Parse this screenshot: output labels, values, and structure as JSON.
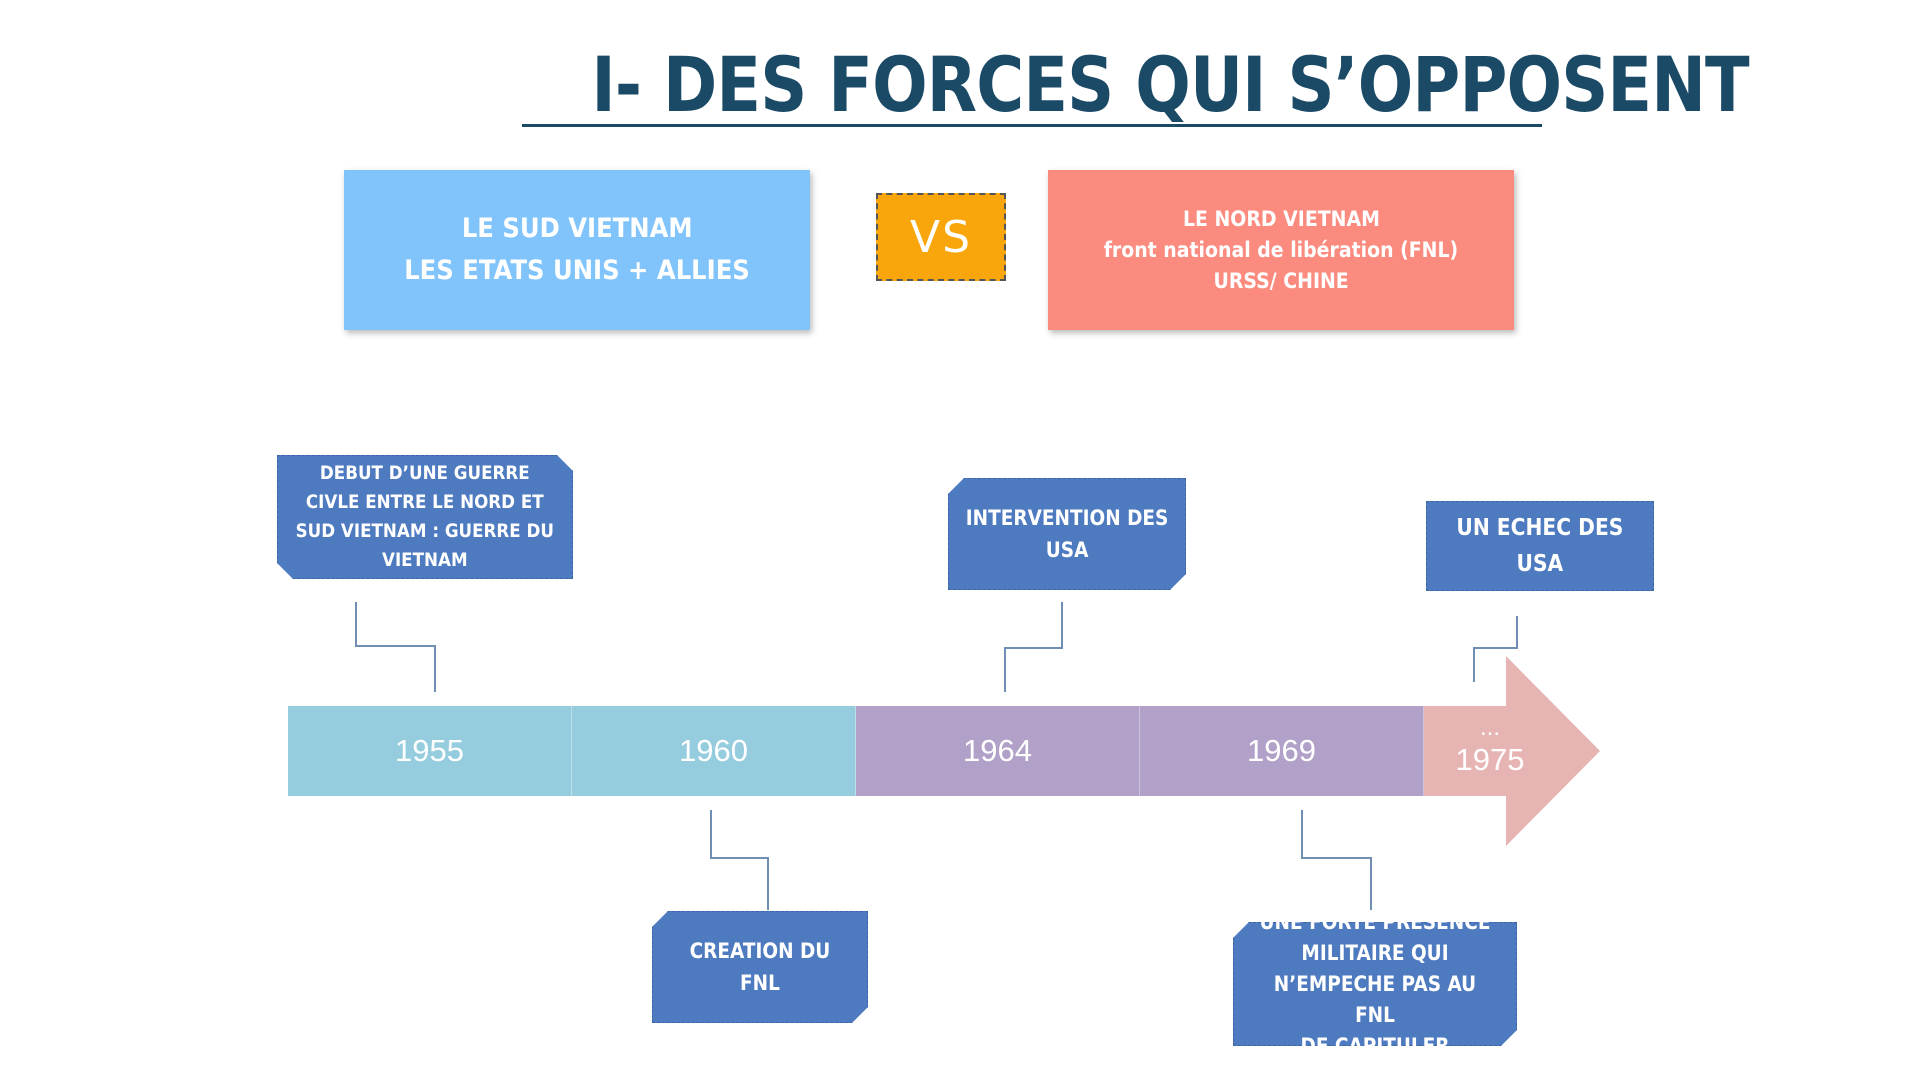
{
  "title": "I- DES FORCES QUI S’OPPOSENT",
  "south": {
    "line1": "LE SUD VIETNAM",
    "line2": "LES ETATS UNIS + ALLIES",
    "color": "#80c4fb"
  },
  "vs_label": "VS",
  "north": {
    "line1": "LE NORD VIETNAM",
    "line2": "front national de libération (FNL)",
    "line3": "URSS/ CHINE",
    "color": "#fb8b7f"
  },
  "timeline": {
    "segments": [
      {
        "year": "1955",
        "color": "#95cddf"
      },
      {
        "year": "1960",
        "color": "#95cddf"
      },
      {
        "year": "1964",
        "color": "#b1a1c8"
      },
      {
        "year": "1969",
        "color": "#b1a1c8"
      },
      {
        "year": "1975",
        "prefix": "...",
        "color": "#e6b4b3"
      }
    ]
  },
  "events": {
    "e1955": {
      "lines": [
        "DEBUT D’UNE GUERRE",
        "CIVLE ENTRE LE NORD ET",
        "SUD VIETNAM : GUERRE DU",
        "VIETNAM"
      ]
    },
    "e1960": {
      "lines": [
        "CREATION DU",
        "FNL"
      ]
    },
    "e1964": {
      "lines": [
        "INTERVENTION DES",
        "USA"
      ]
    },
    "e1969": {
      "lines": [
        "UNE FORTE PRESENCE",
        "MILITAIRE QUI",
        "N’EMPECHE PAS AU FNL",
        "DE CAPITULER"
      ]
    },
    "e1975": {
      "lines": [
        "UN ECHEC DES",
        "USA"
      ]
    }
  },
  "callout_color": "#4e7ac0",
  "connector_color": "#6f8fb5"
}
